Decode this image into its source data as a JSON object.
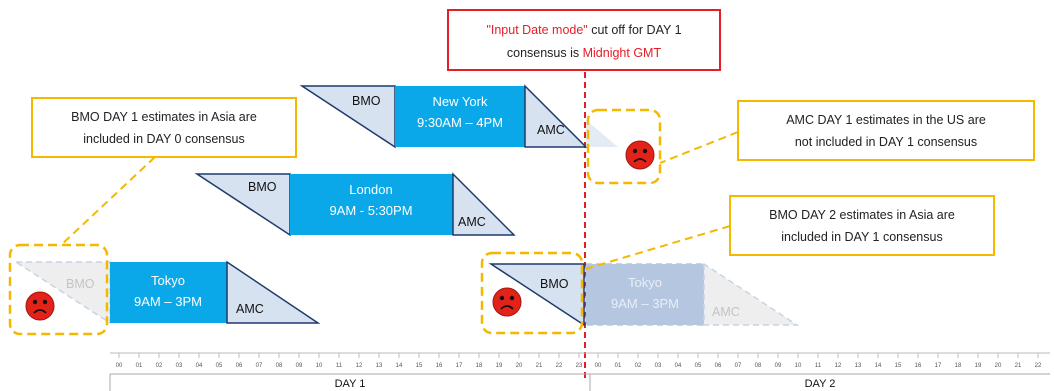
{
  "cutoff": {
    "line1_q": "\"Input Date mode\"",
    "line1_rest": " cut off for DAY 1",
    "line2_pre": "consensus is ",
    "line2_red": "Midnight GMT"
  },
  "callouts": {
    "asia_day0": {
      "line1": "BMO DAY 1 estimates in Asia are",
      "line2": "included in DAY 0 consensus"
    },
    "us_amc": {
      "line1": "AMC DAY 1 estimates in the US are",
      "line2": "not included in DAY 1 consensus"
    },
    "asia_day2": {
      "line1": "BMO DAY 2 estimates in Asia are",
      "line2": "included in DAY 1 consensus"
    }
  },
  "sessions": {
    "new_york": {
      "city": "New York",
      "hours": "9:30AM – 4PM",
      "bmo": "BMO",
      "amc": "AMC"
    },
    "london": {
      "city": "London",
      "hours": "9AM - 5:30PM",
      "bmo": "BMO",
      "amc": "AMC"
    },
    "tokyo_day1": {
      "city": "Tokyo",
      "hours": "9AM – 3PM",
      "bmo": "BMO",
      "amc": "AMC"
    },
    "tokyo_day2": {
      "city": "Tokyo",
      "hours": "9AM – 3PM",
      "bmo": "BMO",
      "amc": "AMC"
    }
  },
  "timeline": {
    "day1_label": "DAY 1",
    "day2_label": "DAY 2",
    "hours": [
      "00",
      "01",
      "02",
      "03",
      "04",
      "05",
      "06",
      "07",
      "08",
      "09",
      "10",
      "11",
      "12",
      "13",
      "14",
      "15",
      "16",
      "17",
      "18",
      "19",
      "20",
      "21",
      "22",
      "23"
    ]
  },
  "colors": {
    "session_blue": "#0aa8e8",
    "wedge_fill": "#d6e2f0",
    "wedge_stroke": "#1f3a6b",
    "callout_border": "#f5b800",
    "cutoff_red": "#e41e26",
    "sad_face": "#e32219"
  },
  "icons": [
    "sad-face-icon"
  ]
}
